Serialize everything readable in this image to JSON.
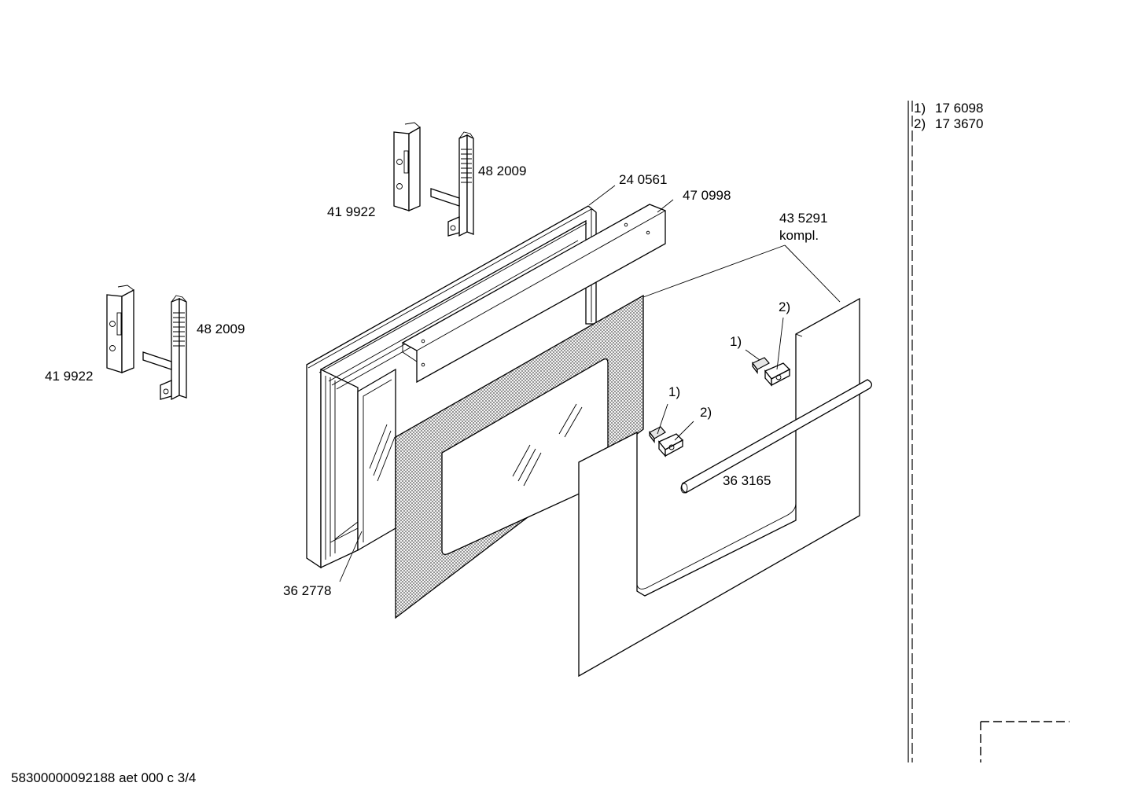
{
  "legend": [
    {
      "marker": "1)",
      "part": "17 6098"
    },
    {
      "marker": "2)",
      "part": "17 3670"
    }
  ],
  "labels": {
    "hinge_upper_left_part": "41 9922",
    "hinge_upper_right_part": "48 2009",
    "hinge_lower_left_part": "41 9922",
    "hinge_lower_right_part": "48 2009",
    "door_frame": "24 0561",
    "top_strip": "47 0998",
    "outer_panel": "43 5291",
    "outer_panel_note": "kompl.",
    "inner_glass": "36 2778",
    "handle_bar": "36 3165",
    "clip_mid_1": "1)",
    "clip_mid_2": "2)",
    "clip_right_1": "1)",
    "clip_right_2": "2)"
  },
  "footer": "58300000092188 aet 000 c 3/4"
}
